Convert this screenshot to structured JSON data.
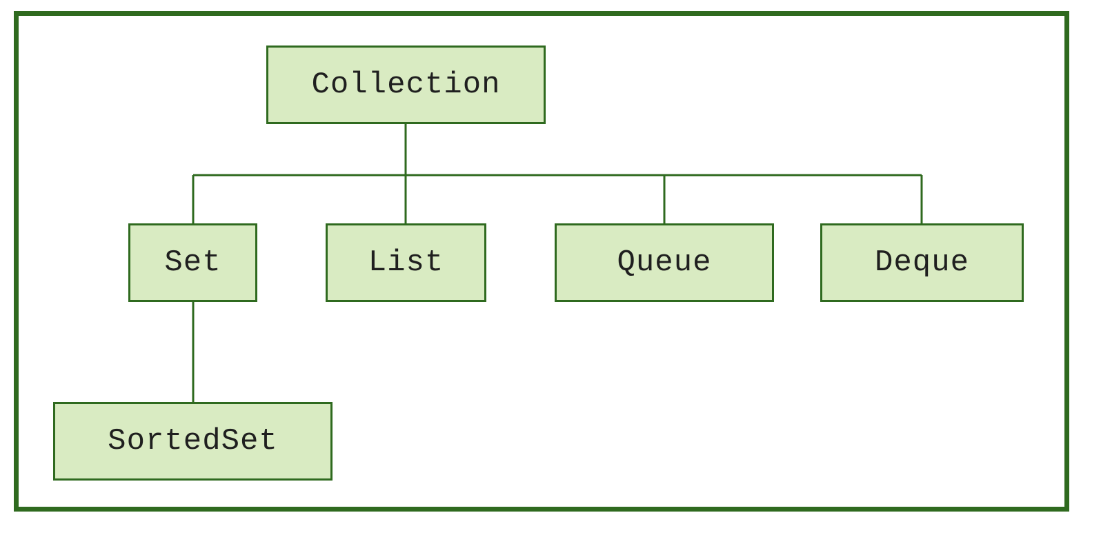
{
  "diagram": {
    "nodes": {
      "collection": "Collection",
      "set": "Set",
      "list": "List",
      "queue": "Queue",
      "deque": "Deque",
      "sortedset": "SortedSet"
    },
    "edges": [
      {
        "from": "collection",
        "to": "set"
      },
      {
        "from": "collection",
        "to": "list"
      },
      {
        "from": "collection",
        "to": "queue"
      },
      {
        "from": "collection",
        "to": "deque"
      },
      {
        "from": "set",
        "to": "sortedset"
      }
    ],
    "colors": {
      "border": "#2f6a1f",
      "node_fill": "#d9ebc2",
      "text": "#1f1f1f"
    }
  }
}
